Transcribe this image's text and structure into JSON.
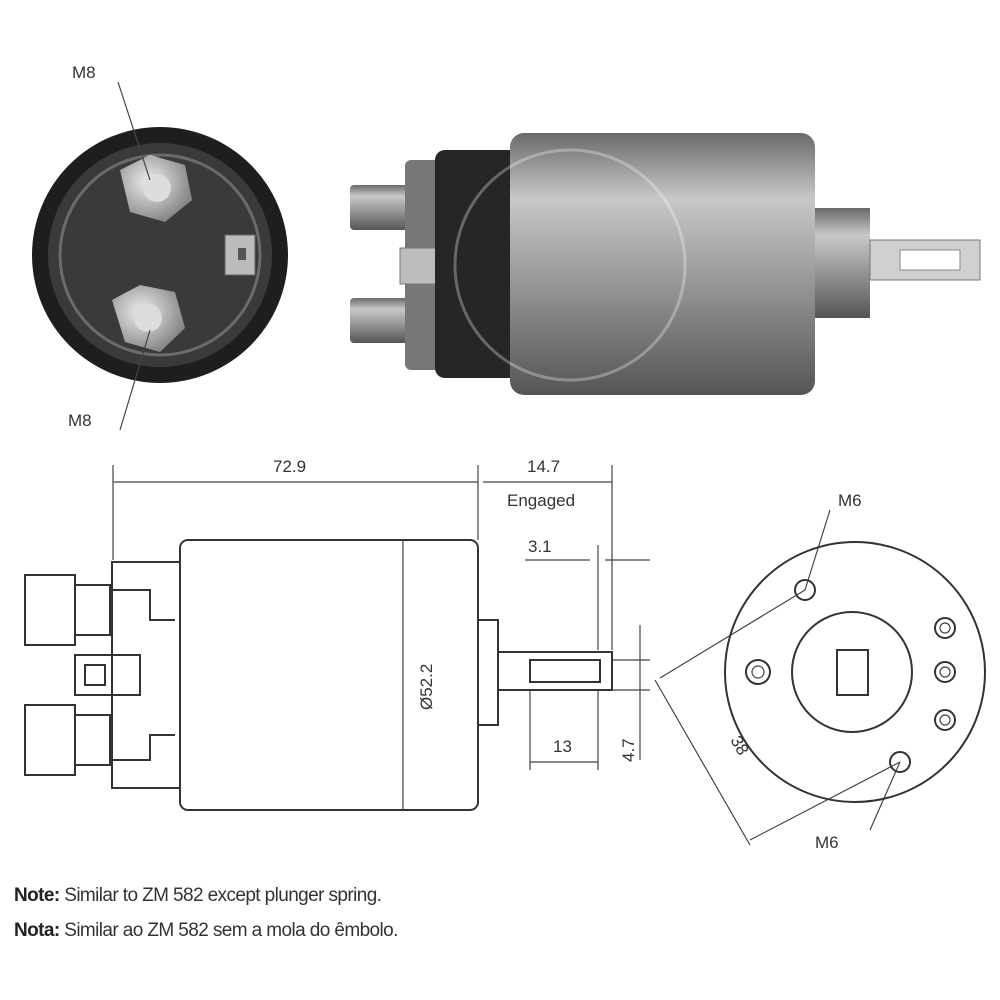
{
  "photo_labels": {
    "top_terminal": "M8",
    "bottom_terminal": "M8"
  },
  "dimensions": {
    "length": "72.9",
    "stroke": "14.7",
    "stroke_note": "Engaged",
    "offset": "3.1",
    "diameter": "Ø52.2",
    "shaft_length": "13",
    "shaft_width": "4.7",
    "mount_spacing": "38",
    "mount_top": "M6",
    "mount_bottom": "M6"
  },
  "notes": [
    {
      "label": "Note:",
      "text": " Similar to ZM 582 except plunger spring."
    },
    {
      "label": "Nota:",
      "text": " Similar ao ZM 582 sem a mola do êmbolo."
    }
  ],
  "colors": {
    "body_metal": "#8a8a8a",
    "cap_dark": "#2a2a2a"
  }
}
